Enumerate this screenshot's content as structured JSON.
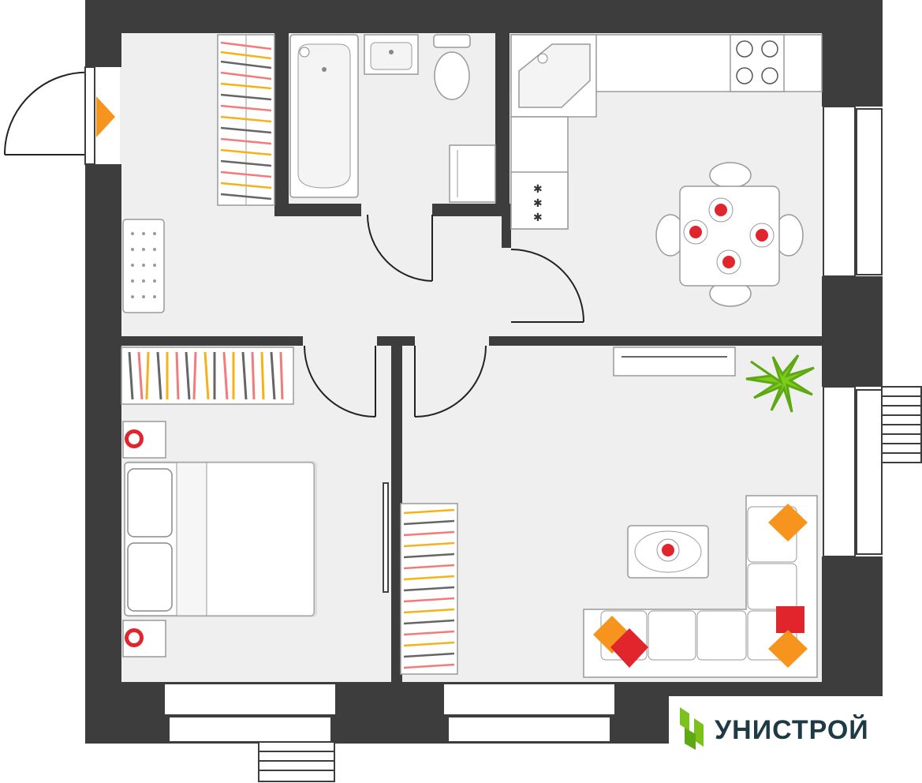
{
  "plan": {
    "colors": {
      "wall": "#3d3d3d",
      "floor": "#efefef",
      "furniture_fill": "#ffffff",
      "furniture_stroke": "#9a9a9a",
      "accent_orange": "#f7941d",
      "accent_red": "#e1252c",
      "accent_yellow": "#f6b21a",
      "plant_green": "#7ccc1a",
      "logo_dark": "#1e3a44",
      "logo_green": "#7dc11f"
    },
    "rooms": [
      {
        "name": "hallway",
        "furniture": [
          "wardrobe-shelves",
          "bench"
        ]
      },
      {
        "name": "bathroom",
        "furniture": [
          "bathtub",
          "sink",
          "toilet",
          "washing-machine"
        ]
      },
      {
        "name": "kitchen",
        "furniture": [
          "corner-sink",
          "cooktop",
          "stove",
          "dining-table",
          "chairs"
        ]
      },
      {
        "name": "bedroom",
        "furniture": [
          "double-bed",
          "bookshelf",
          "nightstand",
          "nightstand"
        ]
      },
      {
        "name": "living-room",
        "furniture": [
          "corner-sofa",
          "coffee-table",
          "tv-unit",
          "plant",
          "bookshelf"
        ]
      }
    ],
    "entrance_marker": "orange-triangle-icon"
  },
  "brand": {
    "name": "УНИСТРОЙ"
  }
}
